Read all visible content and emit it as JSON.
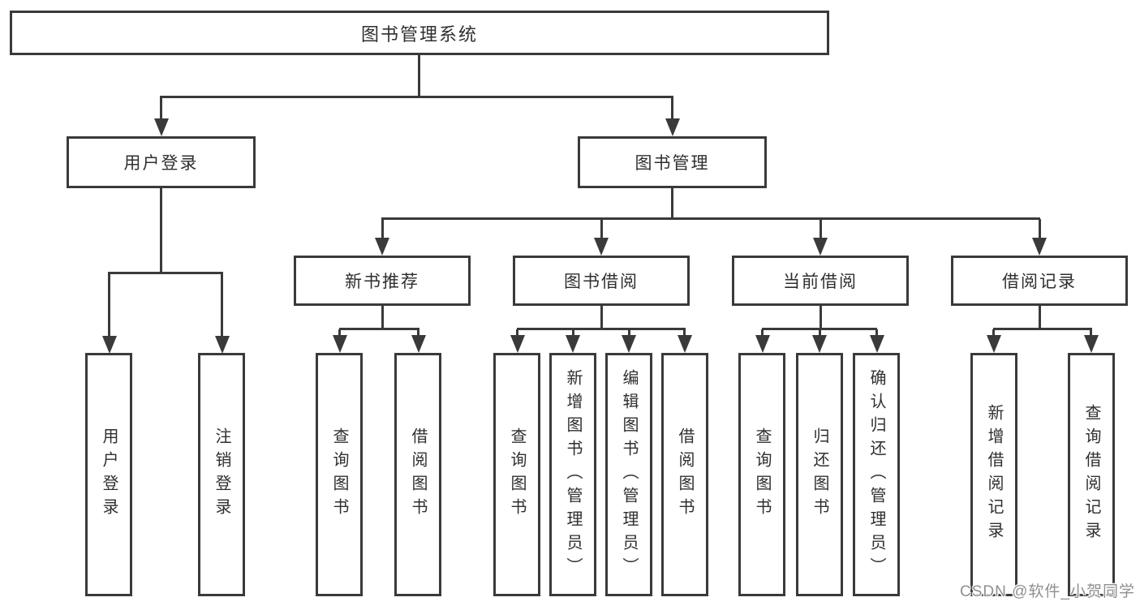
{
  "tree": {
    "label": "图书管理系统",
    "children": [
      {
        "label": "用户登录",
        "children": [
          {
            "label": "用户登录"
          },
          {
            "label": "注销登录"
          }
        ]
      },
      {
        "label": "图书管理",
        "children": [
          {
            "label": "新书推荐",
            "children": [
              {
                "label": "查询图书"
              },
              {
                "label": "借阅图书"
              }
            ]
          },
          {
            "label": "图书借阅",
            "children": [
              {
                "label": "查询图书"
              },
              {
                "label": "新增图书（管理员）"
              },
              {
                "label": "编辑图书（管理员）"
              },
              {
                "label": "借阅图书"
              }
            ]
          },
          {
            "label": "当前借阅",
            "children": [
              {
                "label": "查询图书"
              },
              {
                "label": "归还图书"
              },
              {
                "label": "确认归还（管理员）"
              }
            ]
          },
          {
            "label": "借阅记录",
            "children": [
              {
                "label": "新增借阅记录"
              },
              {
                "label": "查询借阅记录"
              }
            ]
          }
        ]
      }
    ]
  },
  "watermark": {
    "text": "CSDN @软件_小贺同学"
  },
  "colors": {
    "line": "#3a3a3a",
    "text": "#2f2f2f",
    "watermark": "#8f8f8f",
    "background": "#ffffff"
  }
}
